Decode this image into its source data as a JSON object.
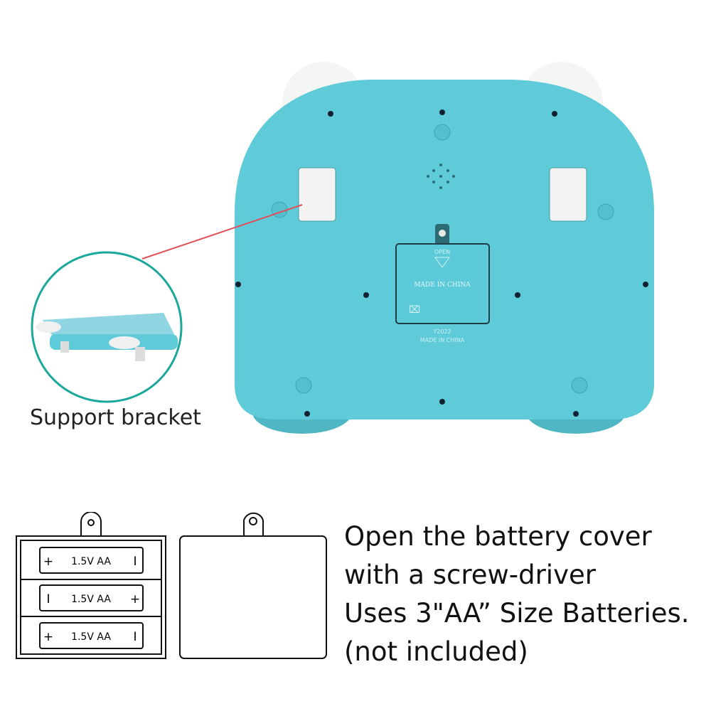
{
  "product_image": {
    "cover_labels": {
      "open": "OPEN",
      "made_in": "MADE IN CHINA",
      "model": "Y2022",
      "made_in_below": "MADE IN CHINA"
    },
    "body_color": "#5fcbd9",
    "accent_color": "#1aa89a",
    "pointer_color": "#e0505a"
  },
  "inset": {
    "caption": "Support bracket"
  },
  "battery_diagram": {
    "batteries": [
      {
        "label": "1.5V AA",
        "left": "+",
        "right": "I"
      },
      {
        "label": "1.5V AA",
        "left": "I",
        "right": "+"
      },
      {
        "label": "1.5V AA",
        "left": "+",
        "right": "I"
      }
    ]
  },
  "instructions": {
    "lines": [
      "Open the battery cover",
      "with a screw-driver",
      "Uses 3\"AA” Size Batteries.",
      "(not included)"
    ]
  }
}
